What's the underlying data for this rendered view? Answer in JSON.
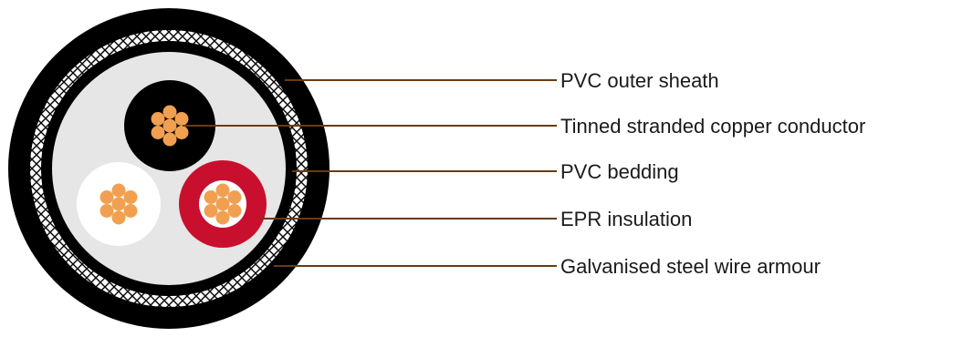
{
  "diagram": {
    "labels": [
      "PVC outer sheath",
      "Tinned stranded copper conductor",
      "PVC bedding",
      "EPR insulation",
      "Galvanised steel wire armour"
    ]
  },
  "colors": {
    "outer_sheath": "#000000",
    "armour_background": "#ffffff",
    "armour_wire": "#000000",
    "bedding": "#000000",
    "filler": "#e6e6e6",
    "copper": "#f0a050",
    "insulation_black": "#000000",
    "insulation_white": "#ffffff",
    "insulation_red": "#c8102e",
    "leader_line": "#6b3b12"
  }
}
